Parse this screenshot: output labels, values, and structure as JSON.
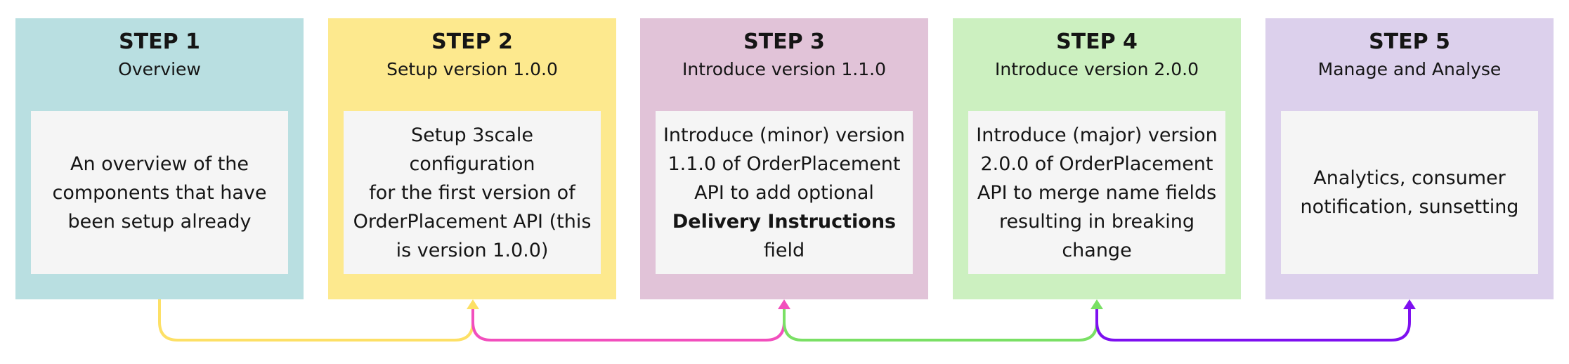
{
  "steps": [
    {
      "title": "STEP 1",
      "subtitle": "Overview",
      "color": "#b9dfe1",
      "lines": [
        "An overview of the",
        "components that have",
        "been setup already"
      ],
      "bold_line": null
    },
    {
      "title": "STEP 2",
      "subtitle": "Setup version 1.0.0",
      "color": "#fde98e",
      "lines": [
        "Setup 3scale configuration",
        "for the first version of",
        "OrderPlacement API (this",
        "is version 1.0.0)"
      ],
      "bold_line": null
    },
    {
      "title": "STEP 3",
      "subtitle": "Introduce version 1.1.0",
      "color": "#e1c3d8",
      "lines": [
        "Introduce (minor) version",
        "1.1.0 of OrderPlacement",
        "API to add optional",
        "Delivery Instructions",
        "field"
      ],
      "bold_line": 3
    },
    {
      "title": "STEP 4",
      "subtitle": "Introduce version 2.0.0",
      "color": "#ccf0c0",
      "lines": [
        "Introduce (major) version",
        "2.0.0 of OrderPlacement",
        "API to merge name fields",
        "resulting in breaking",
        "change"
      ],
      "bold_line": null
    },
    {
      "title": "STEP 5",
      "subtitle": "Manage and Analyse",
      "color": "#dcd0ec",
      "lines": [
        "Analytics, consumer",
        "notification, sunsetting"
      ],
      "bold_line": null
    }
  ],
  "connectors": [
    {
      "from": 1,
      "to": 2,
      "color": "#fde066"
    },
    {
      "from": 2,
      "to": 3,
      "color": "#f24fbd"
    },
    {
      "from": 3,
      "to": 4,
      "color": "#7ae065"
    },
    {
      "from": 4,
      "to": 5,
      "color": "#7e10f0"
    }
  ]
}
